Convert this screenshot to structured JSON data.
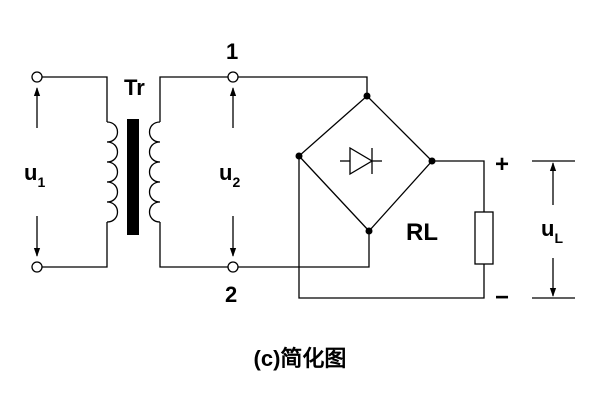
{
  "labels": {
    "transformer": "Tr",
    "terminal_1": "1",
    "terminal_2": "2",
    "input_voltage": "u",
    "input_voltage_sub": "1",
    "secondary_voltage": "u",
    "secondary_voltage_sub": "2",
    "load": "RL",
    "output_voltage": "u",
    "output_voltage_sub": "L",
    "plus": "+",
    "minus": "−"
  },
  "caption": "(c)简化图"
}
